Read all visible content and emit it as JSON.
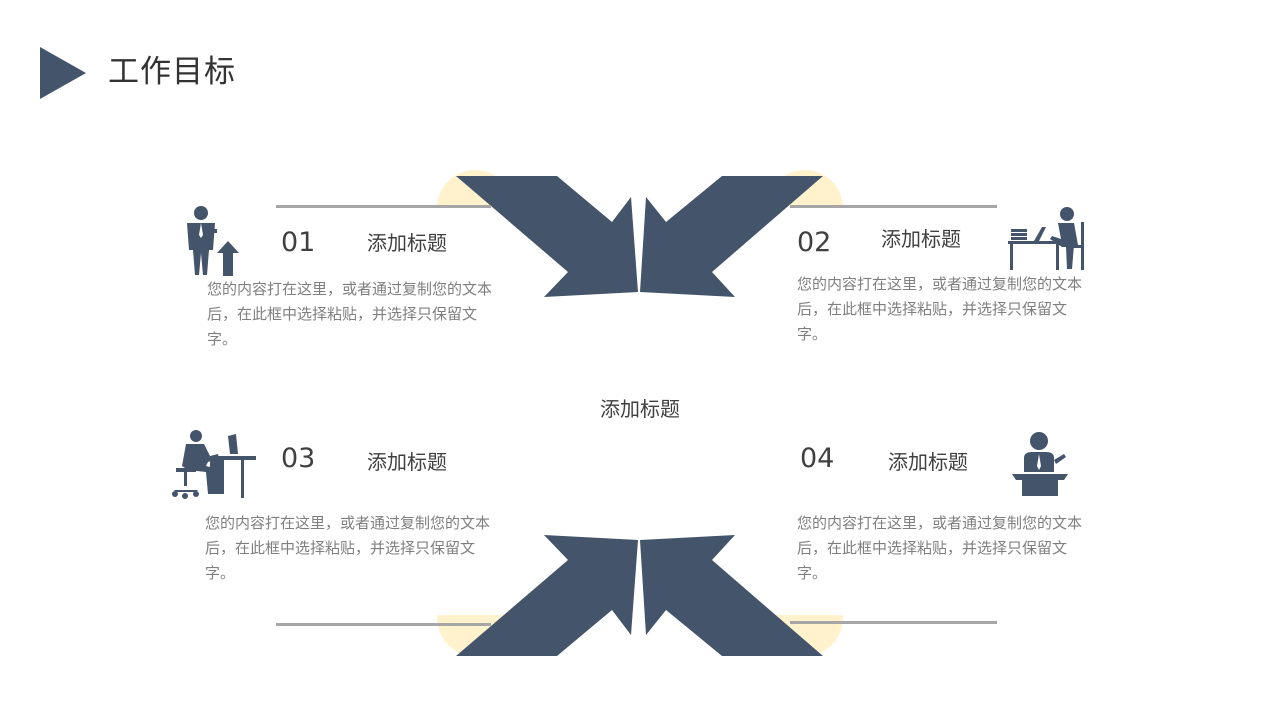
{
  "header": {
    "title": "工作目标"
  },
  "center": {
    "title": "添加标题"
  },
  "items": [
    {
      "num": "01",
      "heading": "添加标题",
      "text": "您的内容打在这里，或者通过复制您的文本后，在此框中选择粘贴，并选择只保留文字。",
      "icon": "businessman-growth-icon"
    },
    {
      "num": "02",
      "heading": "添加标题",
      "text": "您的内容打在这里，或者通过复制您的文本后，在此框中选择粘贴，并选择只保留文字。",
      "icon": "person-at-desk-icon"
    },
    {
      "num": "03",
      "heading": "添加标题",
      "text": "您的内容打在这里，或者通过复制您的文本后，在此框中选择粘贴，并选择只保留文字。",
      "icon": "person-at-computer-icon"
    },
    {
      "num": "04",
      "heading": "添加标题",
      "text": "您的内容打在这里，或者通过复制您的文本后，在此框中选择粘贴，并选择只保留文字。",
      "icon": "speaker-at-podium-icon"
    }
  ],
  "colors": {
    "accent": "#44546a",
    "highlight": "#fff2cc",
    "line": "#a6a6a6"
  }
}
